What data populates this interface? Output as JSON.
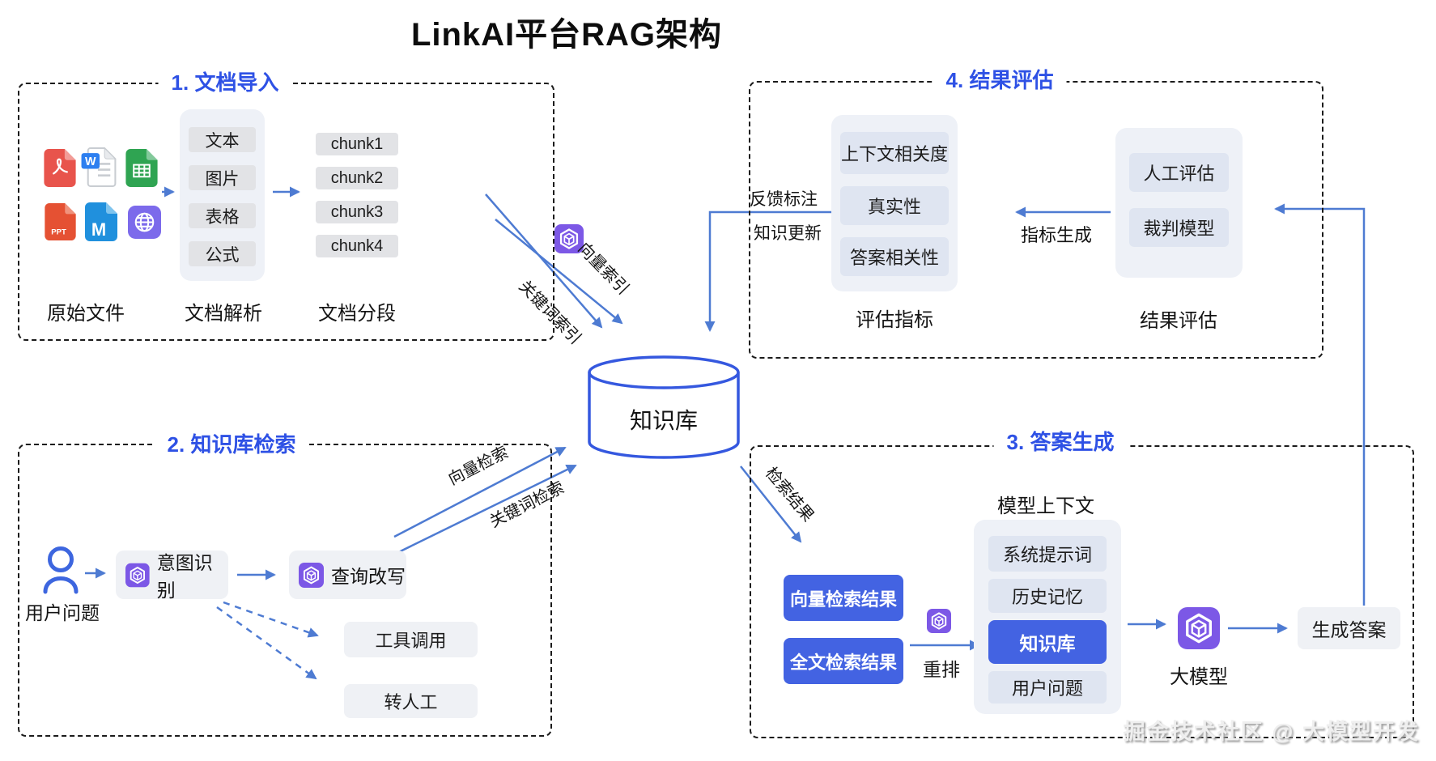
{
  "title": "LinkAI平台RAG架构",
  "kb_label": "知识库",
  "watermark": "掘金技术社区 @ 大模型开发",
  "colors": {
    "accent": "#4E7BD2",
    "title-blue": "#2E51E5",
    "box-blue": "#4363E2",
    "purple": "#7C58E6",
    "panel": "#EEF1F7",
    "panel-item": "#DFE5F1",
    "gray-box": "#E2E3E6",
    "light-box": "#EFF1F5"
  },
  "icons": {
    "file_types": [
      "pdf-icon",
      "word-icon",
      "sheet-icon",
      "ppt-icon",
      "markdown-icon",
      "web-globe-icon"
    ],
    "logo": "linkai-cube-icon",
    "user": "user-icon",
    "database": "knowledge-base-cylinder"
  },
  "sections": {
    "import": {
      "label": "1. 文档导入",
      "source_label": "原始文件",
      "parse_label": "文档解析",
      "parse_items": [
        "文本",
        "图片",
        "表格",
        "公式"
      ],
      "chunks": [
        "chunk1",
        "chunk2",
        "chunk3",
        "chunk4"
      ],
      "chunks_label": "文档分段",
      "vector_index_label": "向量索引",
      "keyword_index_label": "关键词索引"
    },
    "retrieval": {
      "label": "2. 知识库检索",
      "user_label": "用户问题",
      "intent_label": "意图识别",
      "rewrite_label": "查询改写",
      "tool_label": "工具调用",
      "human_label": "转人工",
      "vector_search_label": "向量检索",
      "keyword_search_label": "关键词检索"
    },
    "generation": {
      "label": "3. 答案生成",
      "search_result_label": "检索结果",
      "vector_result_label": "向量检索结果",
      "fulltext_result_label": "全文检索结果",
      "rerank_label": "重排",
      "context_title": "模型上下文",
      "context_items": [
        "系统提示词",
        "历史记忆",
        "知识库",
        "用户问题"
      ],
      "llm_label": "大模型",
      "answer_label": "生成答案"
    },
    "evaluation": {
      "label": "4. 结果评估",
      "metrics_items": [
        "上下文相关度",
        "真实性",
        "答案相关性"
      ],
      "metrics_label": "评估指标",
      "judge_items": [
        "人工评估",
        "裁判模型"
      ],
      "judge_label": "结果评估",
      "metric_gen_label": "指标生成",
      "feedback_label": "反馈标注",
      "update_label": "知识更新"
    }
  }
}
